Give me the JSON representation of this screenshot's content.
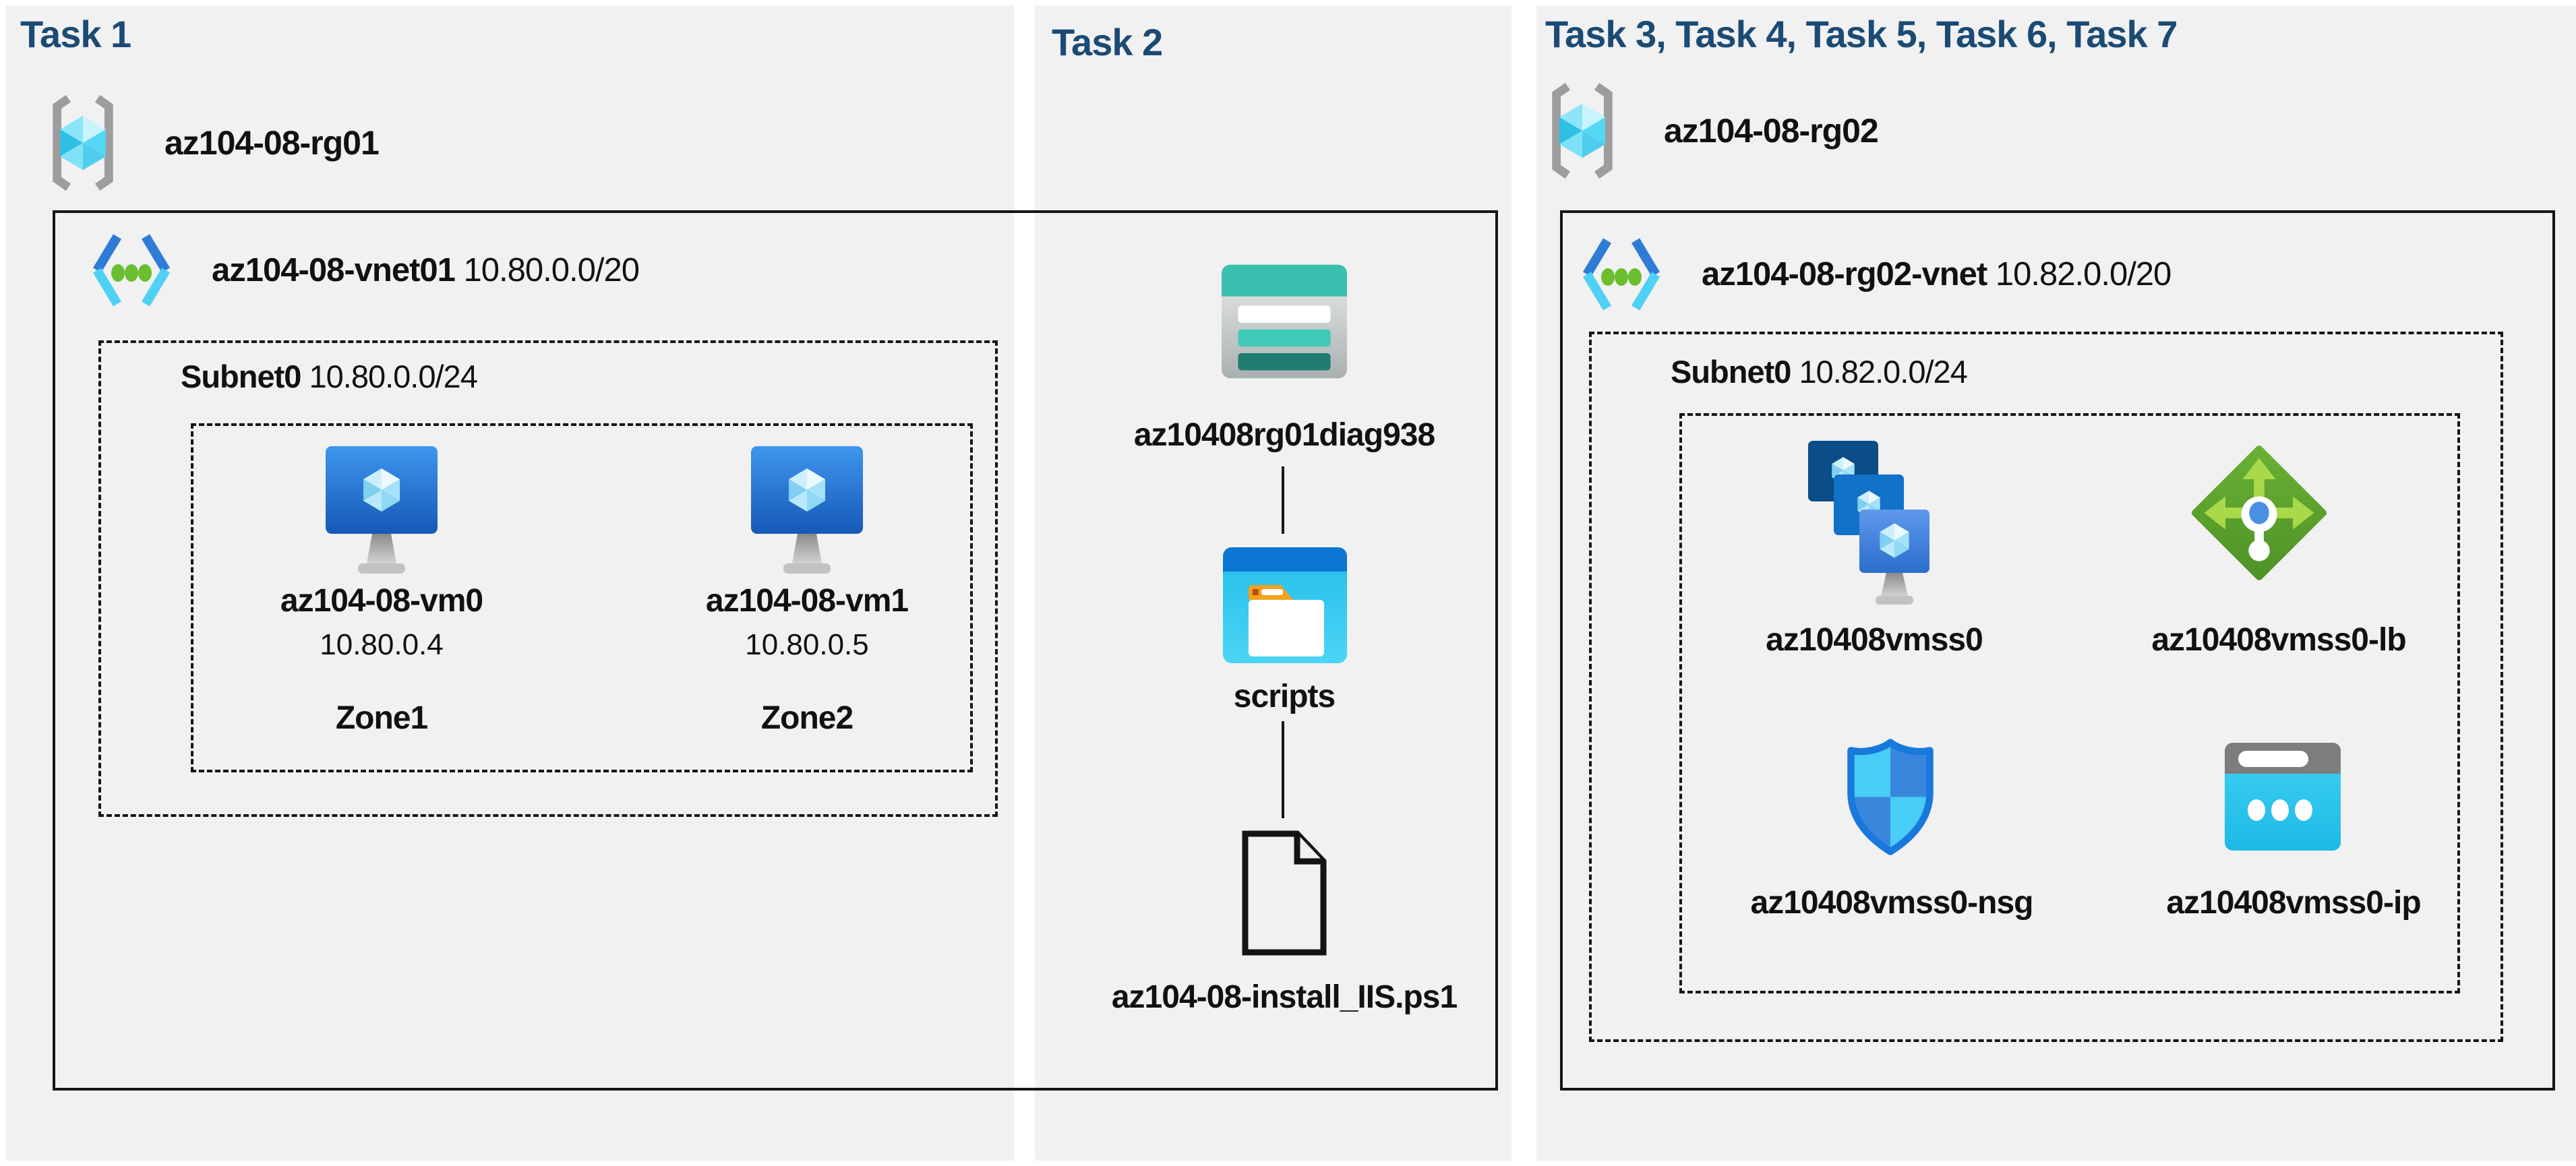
{
  "colors": {
    "title_accent": "#1b4b74",
    "panel_background": "#f1f1f2",
    "box_border": "#151515",
    "vm_screen_blue": "#2a7fdd",
    "vnet_chevron_blue": "#2e7cd6",
    "vnet_chevron_cyan": "#4fd0f5",
    "vnet_dot_green": "#6abe30",
    "storage_teal": "#3ac0ae",
    "container_blue": "#0b77d2",
    "container_cyan": "#33c9f0",
    "folder_tab_orange": "#f4a11f",
    "lb_green": "#5ca32c",
    "nsg_blue": "#3a86dd",
    "nsg_cyan": "#47cdf6",
    "ip_cyan": "#2fc7ee",
    "ip_gray": "#7d7d7d"
  },
  "icons": {
    "resource_group": "resource-group-icon (cyan cube in gray brackets)",
    "virtual_network": "virtual-network-icon (blue/cyan chevrons with green dots)",
    "virtual_machine": "virtual-machine-icon (monitor with cube)",
    "storage_account": "storage-account-icon (teal striped card)",
    "blob_container": "blob-container-icon (folder window)",
    "script_file": "document-outline-icon (page with folded corner)",
    "vm_scale_set": "vm-scale-set-icon (stacked monitors)",
    "load_balancer": "load-balancer-icon (green diamond with arrows)",
    "network_security_group": "nsg-shield-icon",
    "public_ip": "public-ip-icon (browser card with dots)"
  },
  "panels": [
    {
      "title": "Task 1",
      "resource_group": {
        "name": "az104-08-rg01"
      },
      "vnet": {
        "name": "az104-08-vnet01",
        "cidr": "10.80.0.0/20"
      },
      "subnet": {
        "name": "Subnet0",
        "cidr": "10.80.0.0/24"
      },
      "vms": [
        {
          "name": "az104-08-vm0",
          "ip": "10.80.0.4",
          "zone": "Zone1"
        },
        {
          "name": "az104-08-vm1",
          "ip": "10.80.0.5",
          "zone": "Zone2"
        }
      ]
    },
    {
      "title": "Task 2",
      "storage_account": {
        "name": "az10408rg01diag938"
      },
      "container": {
        "name": "scripts"
      },
      "script_file": {
        "name": "az104-08-install_IIS.ps1"
      }
    },
    {
      "title": "Task 3, Task 4, Task 5, Task 6, Task 7",
      "resource_group": {
        "name": "az104-08-rg02"
      },
      "vnet": {
        "name": "az104-08-rg02-vnet",
        "cidr": "10.82.0.0/20"
      },
      "subnet": {
        "name": "Subnet0",
        "cidr": "10.82.0.0/24"
      },
      "resources": [
        {
          "name": "az10408vmss0",
          "type": "virtual-machine-scale-set"
        },
        {
          "name": "az10408vmss0-lb",
          "type": "load-balancer"
        },
        {
          "name": "az10408vmss0-nsg",
          "type": "network-security-group"
        },
        {
          "name": "az10408vmss0-ip",
          "type": "public-ip-address"
        }
      ]
    }
  ]
}
